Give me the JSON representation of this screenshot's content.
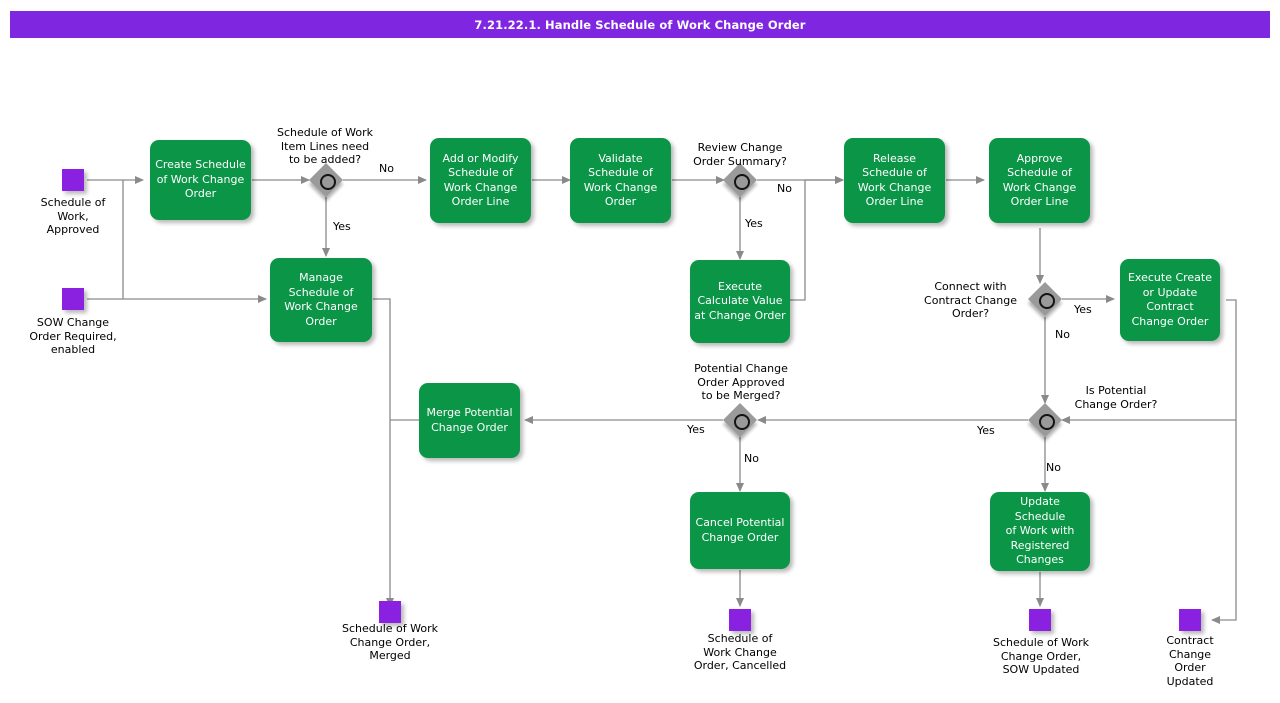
{
  "title": "7.21.22.1. Handle Schedule of Work Change Order",
  "colors": {
    "title_bar": "#7F26E0",
    "task_fill": "#0B9547",
    "event_fill": "#8A20E0",
    "gateway_fill": "#9A9A9A",
    "connector": "#8A8A8A",
    "text_on_task": "#FFFFFF",
    "text": "#000000",
    "background": "#FFFFFF"
  },
  "events": [
    {
      "id": "ev_sow_approved",
      "label": "Schedule of\nWork,\nApproved"
    },
    {
      "id": "ev_sow_change_required",
      "label": "SOW Change\nOrder Required,\nenabled"
    },
    {
      "id": "ev_merged",
      "label": "Schedule of Work\nChange Order,\nMerged"
    },
    {
      "id": "ev_cancelled",
      "label": "Schedule of\nWork Change\nOrder, Cancelled"
    },
    {
      "id": "ev_sow_updated",
      "label": "Schedule of Work\nChange Order,\nSOW Updated"
    },
    {
      "id": "ev_cco_updated",
      "label": "Contract\nChange\nOrder\nUpdated"
    }
  ],
  "tasks": [
    {
      "id": "t_create",
      "label": "Create Schedule\nof Work Change\nOrder"
    },
    {
      "id": "t_manage",
      "label": "Manage\nSchedule of\nWork Change\nOrder"
    },
    {
      "id": "t_addmodify",
      "label": "Add or Modify\nSchedule of\nWork Change\nOrder Line"
    },
    {
      "id": "t_validate",
      "label": "Validate\nSchedule of\nWork Change\nOrder"
    },
    {
      "id": "t_calculate",
      "label": "Execute\nCalculate Value\nat Change Order"
    },
    {
      "id": "t_release",
      "label": "Release\nSchedule of\nWork Change\nOrder Line"
    },
    {
      "id": "t_approve",
      "label": "Approve\nSchedule of\nWork Change\nOrder Line"
    },
    {
      "id": "t_exec_cco",
      "label": "Execute Create\nor Update\nContract\nChange Order"
    },
    {
      "id": "t_merge",
      "label": "Merge Potential\nChange Order"
    },
    {
      "id": "t_cancel",
      "label": "Cancel Potential\nChange Order"
    },
    {
      "id": "t_update_sow",
      "label": "Update Schedule\nof Work with\nRegistered\nChanges"
    }
  ],
  "gateways": [
    {
      "id": "g_item_lines",
      "label": "Schedule of Work\nItem Lines need\nto be added?"
    },
    {
      "id": "g_review",
      "label": "Review Change\nOrder Summary?"
    },
    {
      "id": "g_connect",
      "label": "Connect with\nContract Change\nOrder?"
    },
    {
      "id": "g_potential",
      "label": "Is Potential\nChange Order?"
    },
    {
      "id": "g_merge",
      "label": "Potential Change\nOrder Approved\nto be Merged?"
    }
  ],
  "flow_labels": {
    "item_lines_no": "No",
    "item_lines_yes": "Yes",
    "review_no": "No",
    "review_yes": "Yes",
    "connect_yes": "Yes",
    "connect_no": "No",
    "potential_yes": "Yes",
    "potential_no": "No",
    "merge_yes": "Yes",
    "merge_no": "No"
  }
}
